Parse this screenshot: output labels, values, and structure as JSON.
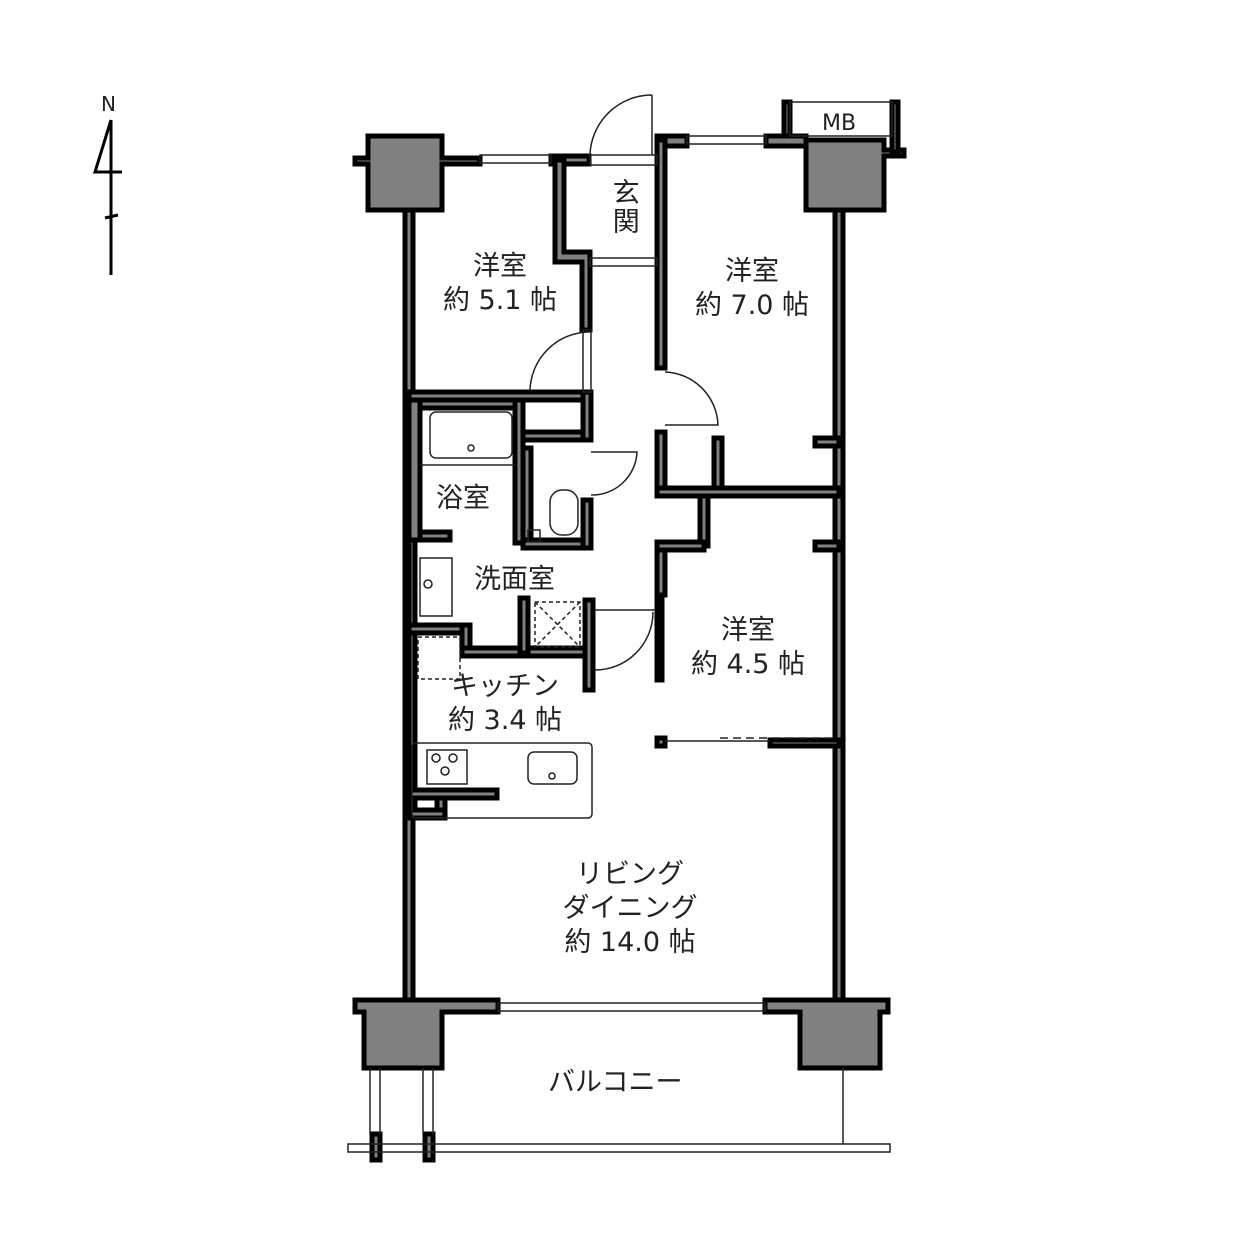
{
  "compass": {
    "label": "N",
    "icon": "north-arrow-icon"
  },
  "rooms": {
    "bedroom1": {
      "name": "洋室",
      "size": "約 5.1 帖"
    },
    "bedroom2": {
      "name": "洋室",
      "size": "約 7.0 帖"
    },
    "bedroom3": {
      "name": "洋室",
      "size": "約 4.5 帖"
    },
    "entrance": {
      "name": "玄関"
    },
    "bath": {
      "name": "浴室"
    },
    "washroom": {
      "name": "洗面室"
    },
    "kitchen": {
      "name": "キッチン",
      "size": "約 3.4 帖"
    },
    "living": {
      "name_line1": "リビング",
      "name_line2": "ダイニング",
      "size": "約 14.0 帖"
    },
    "balcony": {
      "name": "バルコニー"
    },
    "meter_box": {
      "name": "MB"
    }
  },
  "colors": {
    "wall_fill": "#808080",
    "wall_outline": "#000000",
    "background": "#ffffff",
    "line": "#222222"
  }
}
